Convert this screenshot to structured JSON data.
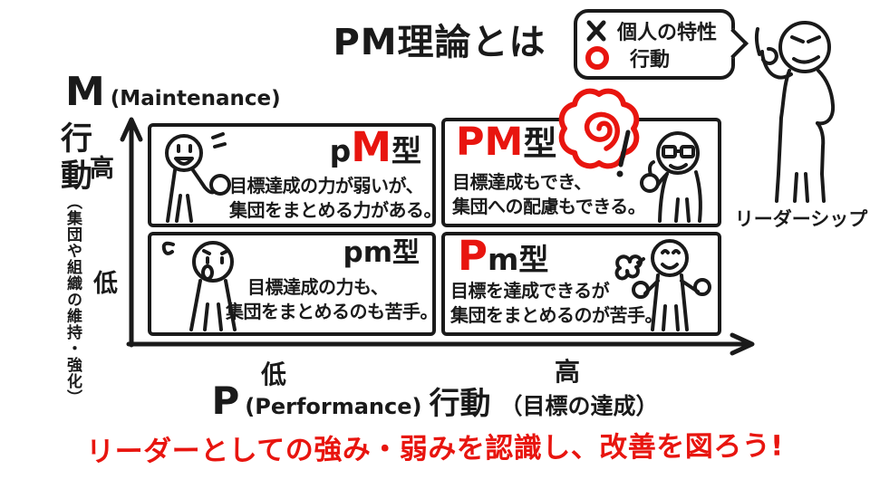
{
  "colors": {
    "ink": "#1a1a1a",
    "red": "#e8150f"
  },
  "title": "PM理論とは",
  "legend": {
    "cross_label": "個人の特性",
    "circle_label": "行動"
  },
  "leader": {
    "caption": "リーダーシップ"
  },
  "y_axis": {
    "letter": "M",
    "word": "(Maintenance)",
    "action": "行動",
    "note": "（集団や組織の維持・強化）",
    "tick_high": "高",
    "tick_low": "低"
  },
  "x_axis": {
    "letter": "P",
    "word": "(Performance)",
    "action": "行動",
    "note": "（目標の達成）",
    "tick_low": "低",
    "tick_high": "高"
  },
  "quadrants": {
    "pM": {
      "small": "p",
      "big": "M",
      "suffix": "型",
      "desc1": "目標達成の力が弱いが、",
      "desc2": "集団をまとめる力がある。"
    },
    "PM": {
      "big": "PM",
      "suffix": "型",
      "desc1": "目標達成もでき、",
      "desc2": "集団への配慮もできる。"
    },
    "pm": {
      "small": "pm",
      "suffix": "型",
      "desc1": "目標達成の力も、",
      "desc2": "集団をまとめるのも苦手。"
    },
    "Pm": {
      "big": "P",
      "small": "m",
      "suffix": "型",
      "desc1": "目標を達成できるが",
      "desc2": "集団をまとめるのが苦手。"
    }
  },
  "slogan": "リーダーとしての強み・弱みを認識し、改善を図ろう!"
}
